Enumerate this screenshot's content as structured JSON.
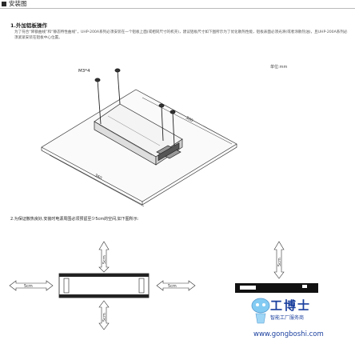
{
  "header": {
    "title": "安装图"
  },
  "section1": {
    "title": "1.外加铝板操作",
    "paragraph": "为了符合“降额曲线”和“静态特性曲线”，UHP-200A系列必须安装在一个铝板上面(或相同尺寸的机壳)，建议铝板尺寸如下图所示为了优化散热性能，铝板表面必须光滑(或者涂散热油)，且UHP-200A系列必须紧紧安装在铝板中心位置。",
    "unit": "单位:mm",
    "screw_label": "M3*4",
    "dim_a": "300",
    "dim_b": "360"
  },
  "section2": {
    "title": "2.为保证散热良好,安装时电源周围必须预留至少5cm的空间,如下图所示:",
    "clearance": "5cm"
  },
  "watermark": {
    "cn": "工博士",
    "sub": "智能工厂服务商",
    "url": "www.gongboshi.com"
  }
}
